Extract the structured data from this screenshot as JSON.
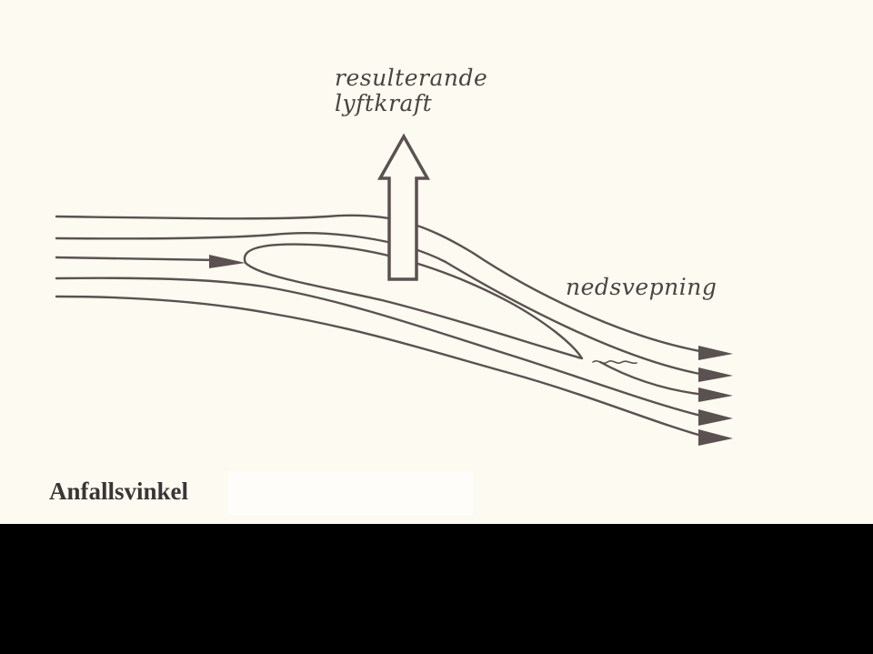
{
  "diagram": {
    "labels": {
      "lift_line1": "resulterande",
      "lift_line2": "lyftkraft",
      "downwash": "nedsvepning"
    },
    "caption": "Anfallsvinkel"
  },
  "colors": {
    "paper": "#fdfaf1",
    "ink": "#5a5150",
    "band": "#000000"
  }
}
